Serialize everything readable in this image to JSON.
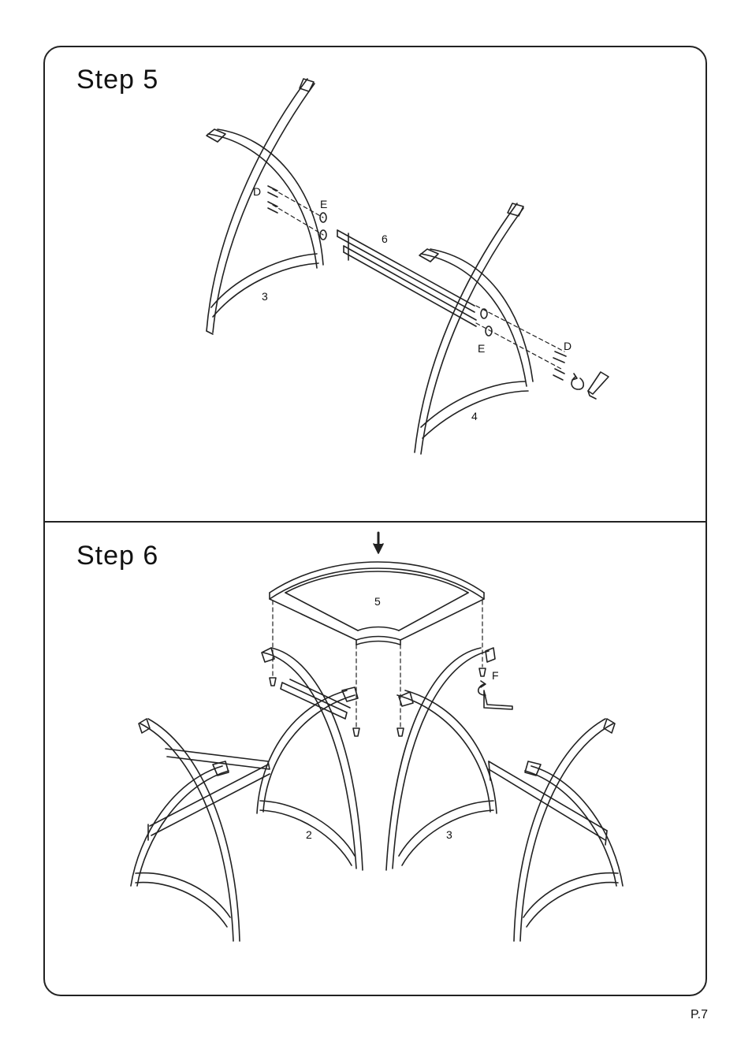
{
  "step5": {
    "title": "Step  5",
    "labels": {
      "d_top": "D",
      "e_top": "E",
      "part6": "6",
      "part3": "3",
      "e_bottom": "E",
      "d_bottom": "D",
      "part4": "4"
    }
  },
  "step6": {
    "title": "Step  6",
    "labels": {
      "part5": "5",
      "f": "F",
      "part2": "2",
      "part3": "3"
    }
  },
  "footer": {
    "page": "P.7"
  }
}
